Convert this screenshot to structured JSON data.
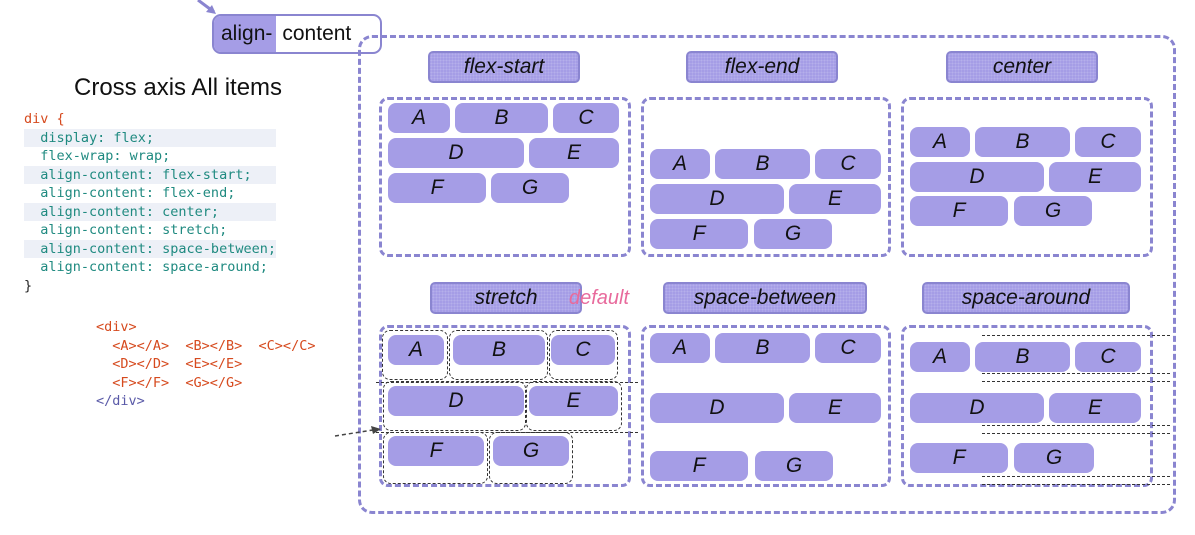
{
  "title": {
    "left": "align-",
    "right": "content"
  },
  "subtitle": "Cross axis All items",
  "css_code": [
    "div {",
    "  display: flex;",
    "  flex-wrap: wrap;",
    "  align-content: flex-start;",
    "  align-content: flex-end;",
    "  align-content: center;",
    "  align-content: stretch;",
    "  align-content: space-between;",
    "  align-content: space-around;",
    "}"
  ],
  "html_code": [
    "<div>",
    "  <A></A>  <B></B>  <C></C>",
    "  <D></D>  <E></E>",
    "  <F></F>  <G></G>",
    "</div>"
  ],
  "panels": [
    {
      "label": "flex-start"
    },
    {
      "label": "flex-end"
    },
    {
      "label": "center"
    },
    {
      "label": "stretch"
    },
    {
      "label": "space-between"
    },
    {
      "label": "space-around"
    }
  ],
  "items": [
    "A",
    "B",
    "C",
    "D",
    "E",
    "F",
    "G"
  ],
  "default_note": "default",
  "colors": {
    "item": "#a59de6",
    "border": "#8a85d0",
    "note": "#e86a9c",
    "keyword": "#d64a1e",
    "property": "#1f8a80"
  }
}
